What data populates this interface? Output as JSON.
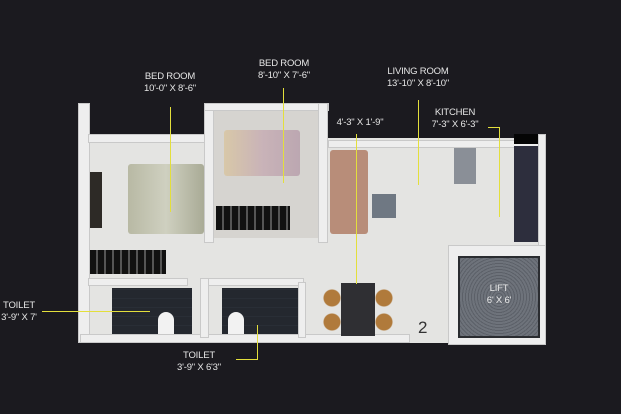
{
  "rooms": {
    "bedroom1": {
      "name": "BED ROOM",
      "size": "10'-0\" X 8'-6\""
    },
    "bedroom2": {
      "name": "BED ROOM",
      "size": "8'-10\" X 7'-6\""
    },
    "living": {
      "name": "LIVING ROOM",
      "size": "13'-10\" X 8'-10\""
    },
    "dining": {
      "size": "4'-3\" X 1'-9\""
    },
    "kitchen": {
      "name": "KITCHEN",
      "size": "7'-3\" X 6'-3\""
    },
    "lift": {
      "name": "LIFT",
      "size": "6' X 6'"
    },
    "toilet1": {
      "name": "TOILET",
      "size": "3'-9\" X 7'"
    },
    "toilet2": {
      "name": "TOILET",
      "size": "3'-9\" X 6'3\""
    }
  },
  "unit_number": "2",
  "colors": {
    "background": "#1b1a1f",
    "leader_line": "#e3df3c",
    "label_text": "#e6e6e6"
  }
}
